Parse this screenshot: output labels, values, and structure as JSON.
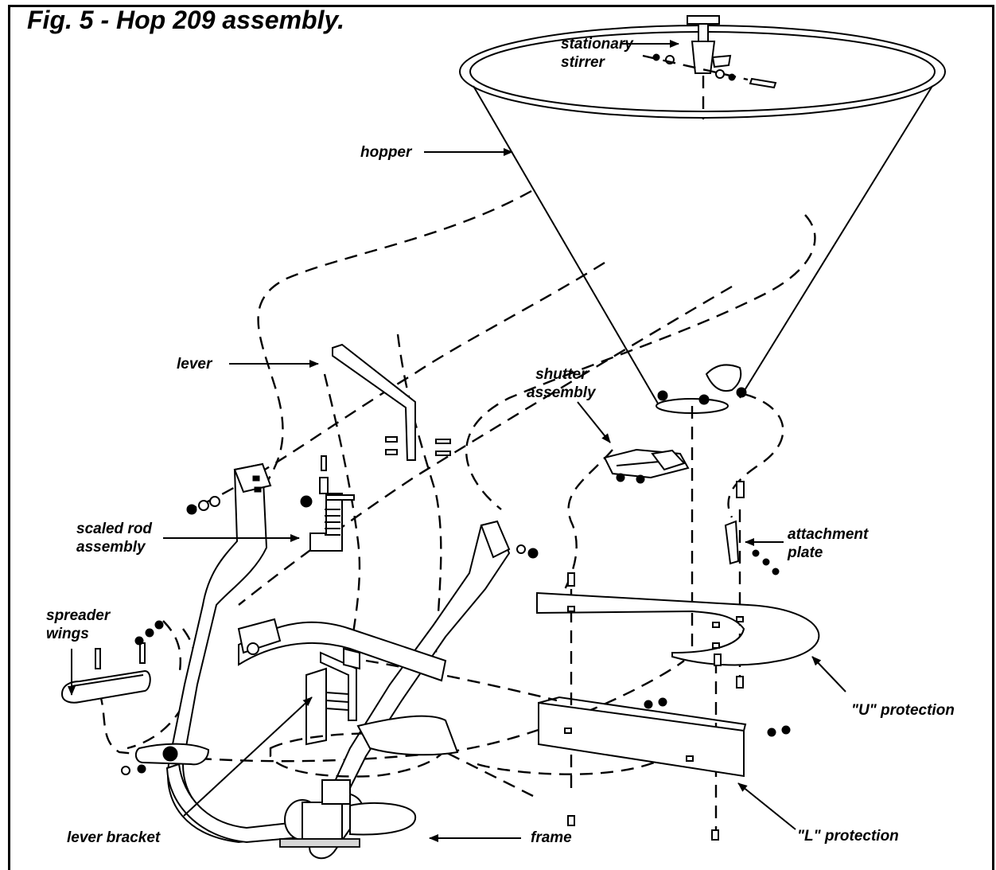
{
  "figure": {
    "title": "Fig. 5 - Hop 209 assembly."
  },
  "labels": {
    "stationary_stirrer_line1": "stationary",
    "stationary_stirrer_line2": "stirrer",
    "hopper": "hopper",
    "lever": "lever",
    "shutter_line1": "shutter",
    "shutter_line2": "assembly",
    "scaled_rod_line1": "scaled rod",
    "scaled_rod_line2": "assembly",
    "attachment_line1": "attachment",
    "attachment_line2": "plate",
    "spreader_line1": "spreader",
    "spreader_line2": "wings",
    "u_protection": "\"U\" protection",
    "l_protection": "\"L\" protection",
    "lever_bracket": "lever bracket",
    "frame": "frame"
  }
}
